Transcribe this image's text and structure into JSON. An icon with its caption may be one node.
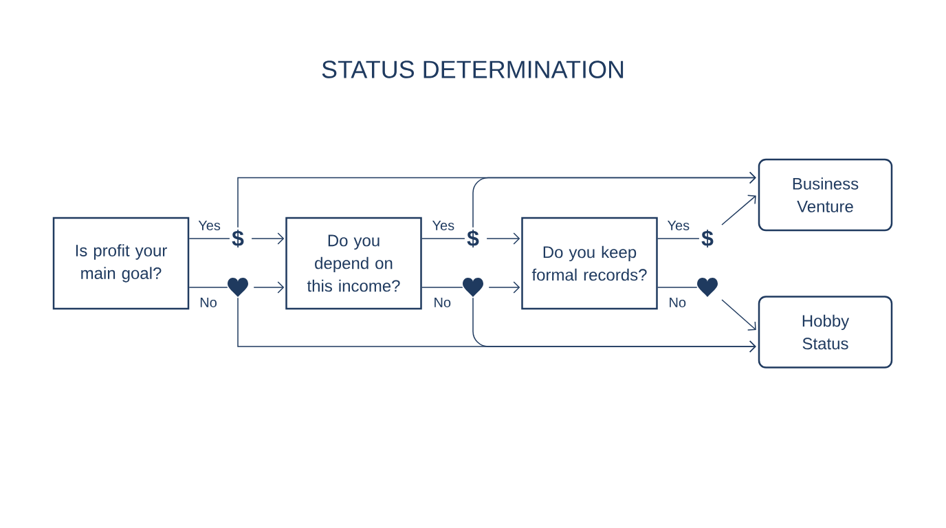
{
  "diagram": {
    "title": "STATUS DETERMINATION",
    "nodes": [
      {
        "text": [
          "Is profit your main goal?"
        ]
      },
      {
        "text": [
          "$"
        ]
      },
      {
        "text": [],
        "shape": "heart"
      },
      {
        "text": [
          "Do you depend on this income?"
        ]
      },
      {
        "text": [
          "$"
        ]
      },
      {
        "text": [],
        "shape": "heart"
      },
      {
        "text": [
          "Do you keep formal records?"
        ]
      },
      {
        "text": [
          "$"
        ]
      },
      {
        "text": [],
        "shape": "heart"
      },
      {
        "text": [
          "Business Venture"
        ]
      },
      {
        "text": [
          "Hobby Status"
        ]
      }
    ],
    "edges": [
      {
        "from": 0,
        "to": 1,
        "arrow": "none",
        "label": "Yes"
      },
      {
        "from": 1,
        "to": 3,
        "arrow": "to"
      },
      {
        "from": 1,
        "to": 9,
        "arrow": "to"
      },
      {
        "from": 0,
        "to": 2,
        "arrow": "none",
        "label": "No"
      },
      {
        "from": 2,
        "to": 3,
        "arrow": "to"
      },
      {
        "from": 2,
        "to": 10,
        "arrow": "to"
      },
      {
        "from": 3,
        "to": 4,
        "arrow": "none",
        "label": "Yes"
      },
      {
        "from": 4,
        "to": 6,
        "arrow": "to"
      },
      {
        "from": 4,
        "to": 9,
        "arrow": "to"
      },
      {
        "from": 3,
        "to": 5,
        "arrow": "none",
        "label": "No"
      },
      {
        "from": 5,
        "to": 6,
        "arrow": "to"
      },
      {
        "from": 5,
        "to": 10,
        "arrow": "to"
      },
      {
        "from": 6,
        "to": 7,
        "arrow": "none",
        "label": "Yes"
      },
      {
        "from": 7,
        "to": 9,
        "arrow": "to"
      },
      {
        "from": 6,
        "to": 8,
        "arrow": "none",
        "label": "No"
      },
      {
        "from": 8,
        "to": 10,
        "arrow": "to"
      }
    ]
  }
}
